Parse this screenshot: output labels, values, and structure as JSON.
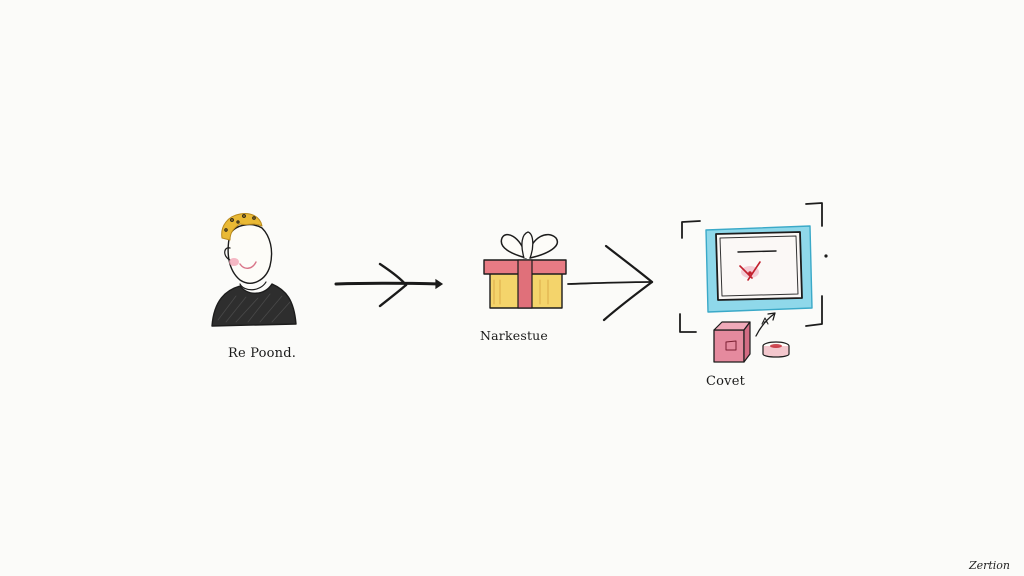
{
  "steps": [
    {
      "label": "Re Poond.",
      "icon": "person-icon"
    },
    {
      "label": "Narkestue",
      "icon": "gift-box-icon"
    },
    {
      "label": "Covet",
      "icon": "monitor-with-products-icon"
    }
  ],
  "connectors": [
    "arrow-right-icon",
    "arrow-right-icon"
  ],
  "signature": "Zertion",
  "colors": {
    "hair": "#e9b935",
    "shirt": "#2e2e2e",
    "cheek": "#f2a6b6",
    "gift_box": "#f4d46b",
    "gift_ribbon": "#e0707a",
    "monitor_frame": "#8fd8ea",
    "product_box": "#e58a9e",
    "check_mark": "#c2202d"
  }
}
